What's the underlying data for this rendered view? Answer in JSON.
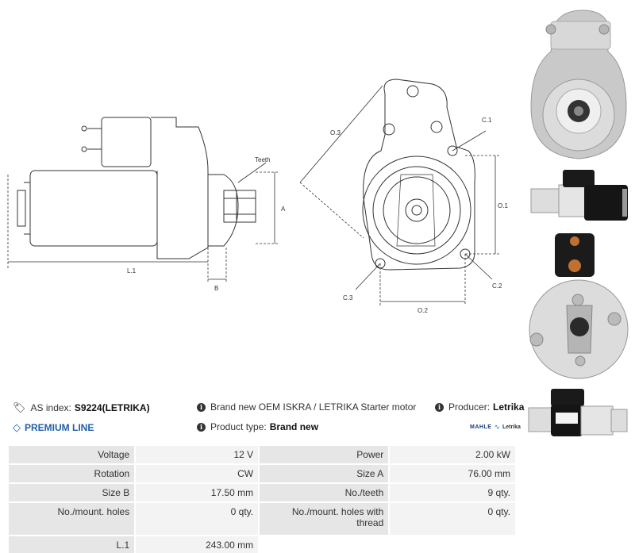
{
  "drawing": {
    "labels": {
      "teeth": "Teeth",
      "a": "A",
      "l1": "L.1",
      "b": "B",
      "o3": "O.3",
      "c1": "C.1",
      "o1": "O.1",
      "c2": "C.2",
      "c3": "C.3",
      "o2": "O.2"
    }
  },
  "photos": [
    {
      "name": "front-view-photo"
    },
    {
      "name": "side-view-photo"
    },
    {
      "name": "rear-view-photo"
    },
    {
      "name": "label-side-photo"
    }
  ],
  "info": {
    "as_index_label": "AS index:",
    "as_index_value": "S9224(LETRIKA)",
    "description": "Brand new OEM ISKRA / LETRIKA Starter motor",
    "producer_label": "Producer:",
    "producer_value": "Letrika",
    "premium_line": "PREMIUM LINE",
    "product_type_label": "Product type:",
    "product_type_value": "Brand new",
    "brand_logo_mahle": "MAHLE",
    "brand_logo_letrika": "Letrika"
  },
  "specs": {
    "rows": [
      {
        "l1": "Voltage",
        "v1": "12 V",
        "l2": "Power",
        "v2": "2.00 kW"
      },
      {
        "l1": "Rotation",
        "v1": "CW",
        "l2": "Size A",
        "v2": "76.00 mm"
      },
      {
        "l1": "Size B",
        "v1": "17.50 mm",
        "l2": "No./teeth",
        "v2": "9 qty."
      },
      {
        "l1": "No./mount. holes",
        "v1": "0 qty.",
        "l2": "No./mount. holes with thread",
        "v2": "0 qty."
      },
      {
        "l1": "L.1",
        "v1": "243.00 mm",
        "l2": "",
        "v2": ""
      }
    ]
  },
  "colors": {
    "premium": "#1f5fa8",
    "table_label_bg": "#e6e6e6",
    "table_value_bg": "#f3f3f3"
  }
}
